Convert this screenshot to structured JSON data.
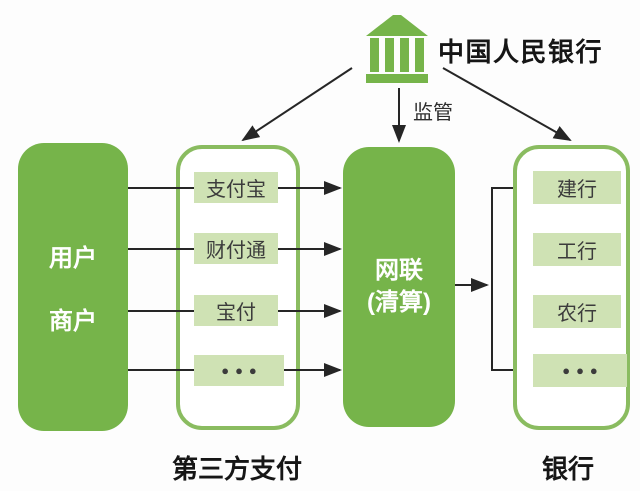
{
  "colors": {
    "green": "#76b44a",
    "box_border_green": "#8abc60",
    "item_bg": "#cfe2b4",
    "item_text": "#3c3c3c",
    "line": "#262626",
    "text_dark": "#161616"
  },
  "icons": {
    "central_bank": "bank-building-icon"
  },
  "header": {
    "central_bank_name": "中国人民银行",
    "supervision_label": "监管"
  },
  "left_box": {
    "line1": "用户",
    "line2": "商户"
  },
  "third_party": {
    "items": [
      "支付宝",
      "财付通",
      "宝付",
      "●●●"
    ],
    "label": "第三方支付"
  },
  "clearing": {
    "line1": "网联",
    "line2": "(清算)"
  },
  "banks": {
    "items": [
      "建行",
      "工行",
      "农行",
      "●●●"
    ],
    "label": "银行"
  }
}
